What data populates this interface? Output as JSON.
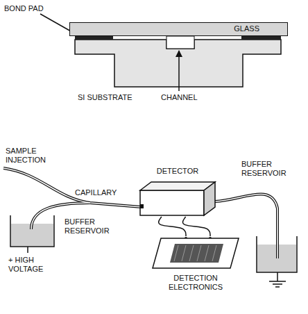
{
  "diagram": {
    "nodes": [
      {
        "text": [
          "GLASS"
        ]
      },
      {
        "text": [
          "DETECTOR"
        ]
      },
      {
        "text": [
          "DETECTION ELECTRONICS"
        ]
      }
    ],
    "edges": [
      {
        "from": 1,
        "to": 2,
        "arrow": "none"
      },
      {
        "from": 1,
        "to": 2,
        "arrow": "none"
      }
    ],
    "labels": [
      "BOND PAD",
      "SI SUBSTRATE",
      "CHANNEL",
      "SAMPLE INJECTION",
      "CAPILLARY",
      "BUFFER RESERVOIR",
      "+ HIGH VOLTAGE",
      "BUFFER RESERVOIR"
    ]
  }
}
